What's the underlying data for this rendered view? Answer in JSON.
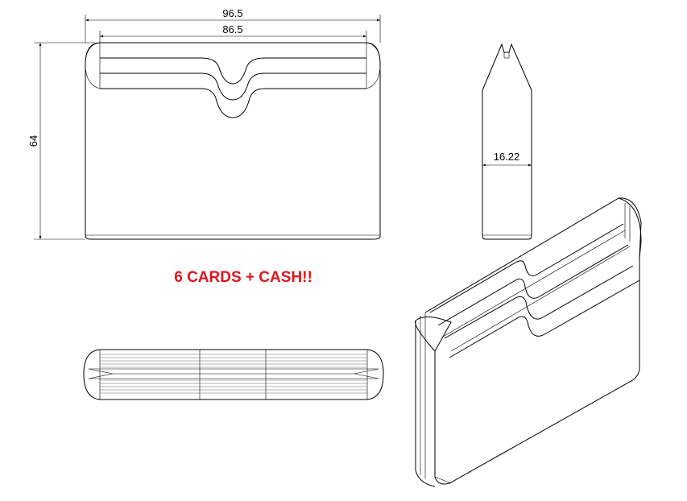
{
  "dimensions": {
    "outer_width": "96.5",
    "inner_width": "86.5",
    "height": "64",
    "thickness": "16.22"
  },
  "callout": {
    "text": "6 CARDS + CASH!!",
    "color": "#e0161d"
  },
  "line_color": "#000000"
}
